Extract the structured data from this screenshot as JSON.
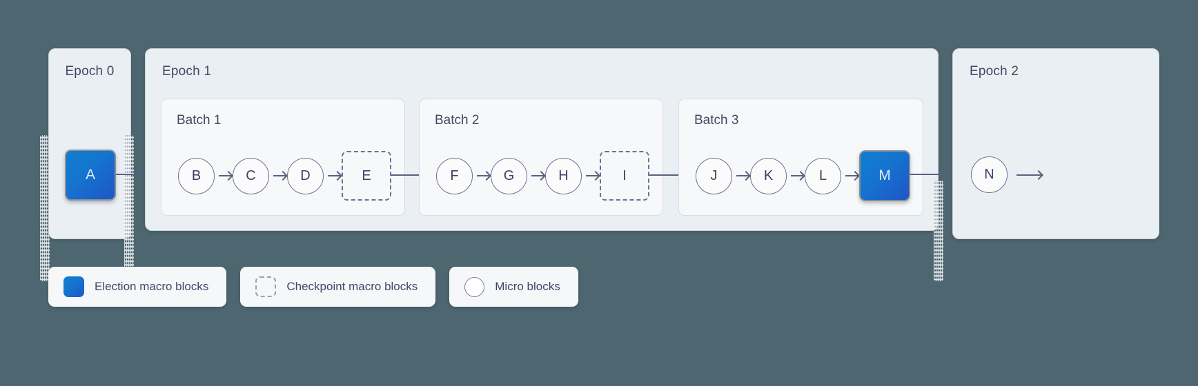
{
  "background_color": "#4d6670",
  "accent_color": "#1573cf",
  "text_color": "#3f4a63",
  "epochs": [
    {
      "id": "epoch0",
      "title": "Epoch 0"
    },
    {
      "id": "epoch1",
      "title": "Epoch 1"
    },
    {
      "id": "epoch2",
      "title": "Epoch 2"
    }
  ],
  "batches": [
    {
      "id": "batch1",
      "title": "Batch 1"
    },
    {
      "id": "batch2",
      "title": "Batch 2"
    },
    {
      "id": "batch3",
      "title": "Batch 3"
    }
  ],
  "blocks": {
    "a": "A",
    "b": "B",
    "c": "C",
    "d": "D",
    "e": "E",
    "f": "F",
    "g": "G",
    "h": "H",
    "i": "I",
    "j": "J",
    "k": "K",
    "l": "L",
    "m": "M",
    "n": "N"
  },
  "legend": {
    "items": [
      {
        "label": "Election macro blocks",
        "icon": "filled-rounded-square-icon"
      },
      {
        "label": "Checkpoint macro blocks",
        "icon": "dashed-rounded-square-icon"
      },
      {
        "label": "Micro blocks",
        "icon": "circle-outline-icon"
      }
    ]
  }
}
